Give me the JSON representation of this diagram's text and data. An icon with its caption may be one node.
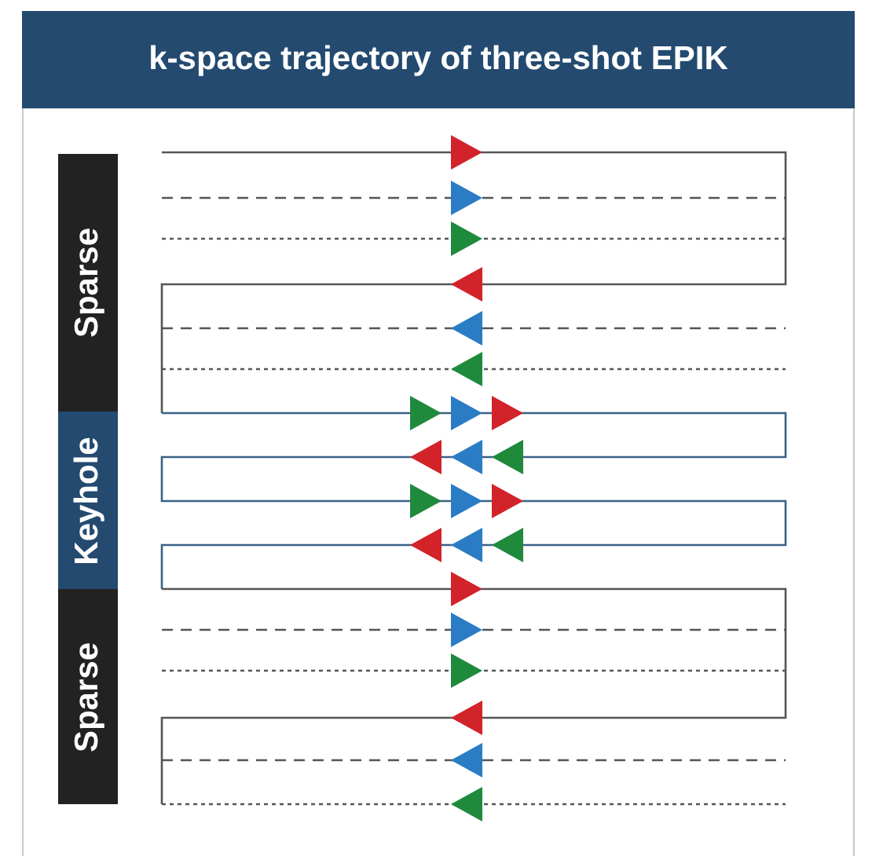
{
  "diagram": {
    "title": "k-space trajectory of three-shot EPIK",
    "nodes": [
      {
        "text": [
          "Sparse"
        ]
      },
      {
        "text": [
          "Keyhole"
        ]
      },
      {
        "text": [
          "Sparse"
        ]
      }
    ]
  }
}
